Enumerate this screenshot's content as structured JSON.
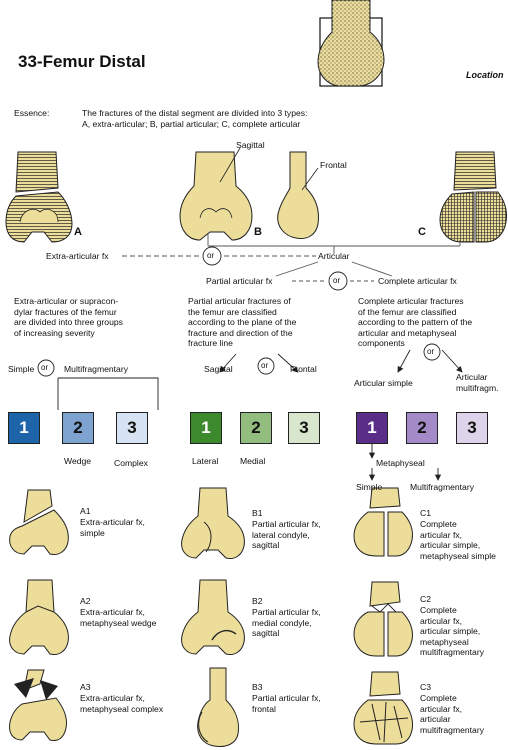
{
  "header": {
    "title": "33-Femur Distal",
    "location": "Location"
  },
  "essence": {
    "label": "Essence:",
    "line1": "The fractures of the distal segment are divided into 3 types:",
    "line2": "A, extra-articular; B, partial articular; C, complete articular"
  },
  "types": {
    "A": "A",
    "B": "B",
    "C": "C",
    "sagittal": "Sagittal",
    "frontal": "Frontal",
    "extra": "Extra-articular fx",
    "articular": "Articular",
    "partial": "Partial articular fx",
    "complete": "Complete articular fx",
    "or": "or"
  },
  "descriptions": {
    "A": "Extra-articular or supracon-\ndylar fractures of the femur\nare divided into three groups\nof increasing severity",
    "B": "Partial articular fractures of\nthe femur are classified\naccording to the plane of the\nfracture and direction of the\nfracture line",
    "C": "Complete articular fractures\nof the femur are classified\naccording to the pattern of the\narticular and metaphyseal\ncomponents"
  },
  "groups": {
    "A": {
      "simple": "Simple",
      "multi": "Multifragmentary",
      "wedge": "Wedge",
      "complex": "Complex",
      "n1": "1",
      "n2": "2",
      "n3": "3",
      "colors": [
        "#1e64a8",
        "#7fa3d1",
        "#d7e3f2"
      ]
    },
    "B": {
      "sagittal": "Sagittal",
      "frontal": "Frontal",
      "lateral": "Lateral",
      "medial": "Medial",
      "n1": "1",
      "n2": "2",
      "n3": "3",
      "colors": [
        "#3d8a2e",
        "#92bd7e",
        "#d7e6cd"
      ]
    },
    "C": {
      "artsimple": "Articular simple",
      "artmulti": "Articular\nmultifragm.",
      "metaphyseal": "Metaphyseal",
      "simple": "Simple",
      "multi": "Multifragmentary",
      "n1": "1",
      "n2": "2",
      "n3": "3",
      "colors": [
        "#5a2e86",
        "#a48bc8",
        "#ddd3ea"
      ]
    }
  },
  "subtypes": {
    "A1": {
      "code": "A1",
      "desc": "Extra-articular fx,\nsimple"
    },
    "A2": {
      "code": "A2",
      "desc": "Extra-articular fx,\nmetaphyseal wedge"
    },
    "A3": {
      "code": "A3",
      "desc": "Extra-articular fx,\nmetaphyseal complex"
    },
    "B1": {
      "code": "B1",
      "desc": "Partial articular fx,\nlateral condyle,\nsagittal"
    },
    "B2": {
      "code": "B2",
      "desc": "Partial articular fx,\nmedial condyle,\nsagittal"
    },
    "B3": {
      "code": "B3",
      "desc": "Partial articular fx,\nfrontal"
    },
    "C1": {
      "code": "C1",
      "desc": "Complete\narticular fx,\narticular simple,\nmetaphyseal simple"
    },
    "C2": {
      "code": "C2",
      "desc": "Complete\narticular fx,\narticular simple,\nmetaphyseal\nmultifragmentary"
    },
    "C3": {
      "code": "C3",
      "desc": "Complete\narticular fx,\narticular\nmultifragmentary"
    }
  },
  "bone_color": "#ecdd9a"
}
